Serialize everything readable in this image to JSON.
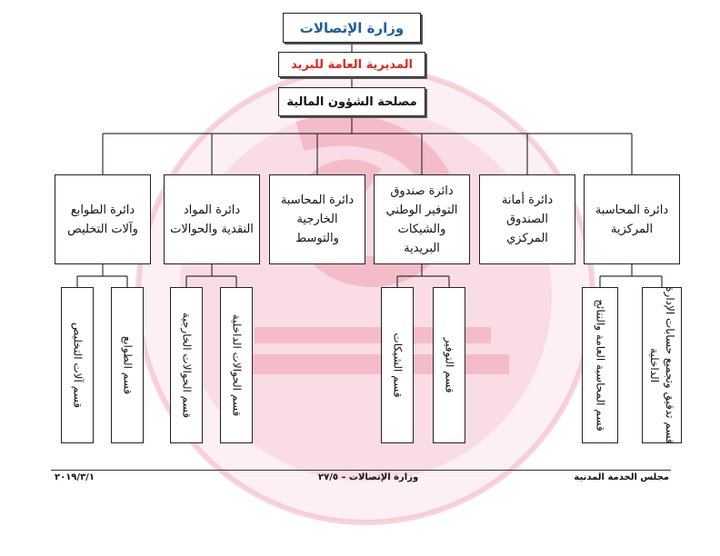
{
  "org_chart": {
    "ministry": "وزارة الإتصالات",
    "directorate": "المديرية العامة للبريد",
    "service": "مصلحة الشؤون المالية",
    "departments": [
      {
        "line1": "دائرة المحاسبة",
        "line2": "المركزية",
        "line3": ""
      },
      {
        "line1": "دائرة أمانة",
        "line2": "الصندوق",
        "line3": "المركزي"
      },
      {
        "line1": "دائرة صندوق",
        "line2": "التوفير الوطني",
        "line3": "والشيكات البريدية"
      },
      {
        "line1": "دائرة المحاسبة",
        "line2": "الخارجية والتوسط",
        "line3": ""
      },
      {
        "line1": "دائرة المواد",
        "line2": "النقدية والحوالات",
        "line3": ""
      },
      {
        "line1": "دائرة الطوابع",
        "line2": "وآلات التخليص",
        "line3": ""
      }
    ],
    "sections": [
      {
        "line1": "قسم تدقيق وتجميع حسابات الإدارة",
        "line2": "الداخلية"
      },
      {
        "line1": "قسم المحاسبة العامة والنتائج",
        "line2": ""
      },
      {
        "line1": "قسم التوفير",
        "line2": ""
      },
      {
        "line1": "قسم الشيكات",
        "line2": ""
      },
      {
        "line1": "قسم الحوالات الداخلية",
        "line2": ""
      },
      {
        "line1": "قسم الحوالات الخارجية",
        "line2": ""
      },
      {
        "line1": "قسم الطوابع",
        "line2": ""
      },
      {
        "line1": "قسم آلات التخليص",
        "line2": ""
      }
    ]
  },
  "footer": {
    "right": "مجلس الخدمة المدنية",
    "center": "وزارة الإتصالات – ٢٧/٥",
    "left": "٢٠١٩/٣/١"
  },
  "colors": {
    "ministry_text": "#1f5f9a",
    "directorate_text": "#e0261c",
    "watermark": "#f3b6c4"
  }
}
